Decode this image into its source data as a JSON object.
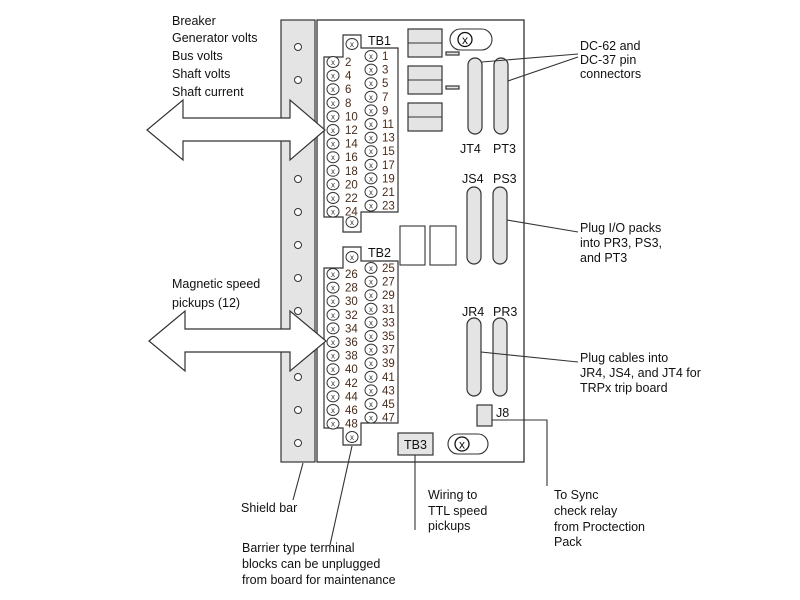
{
  "left_labels": [
    "Breaker",
    "Generator volts",
    "Bus volts",
    "Shaft volts",
    "Shaft current"
  ],
  "magnetic_label": [
    "Magnetic speed",
    "pickups (12)"
  ],
  "terminal_blocks": {
    "tb1": {
      "label": "TB1",
      "even": [
        "2",
        "4",
        "6",
        "8",
        "10",
        "12",
        "14",
        "16",
        "18",
        "20",
        "22",
        "24"
      ],
      "odd": [
        "1",
        "3",
        "5",
        "7",
        "9",
        "11",
        "13",
        "15",
        "17",
        "19",
        "21",
        "23"
      ]
    },
    "tb2": {
      "label": "TB2",
      "even": [
        "26",
        "28",
        "30",
        "32",
        "34",
        "36",
        "38",
        "40",
        "42",
        "44",
        "46",
        "48"
      ],
      "odd": [
        "25",
        "27",
        "29",
        "31",
        "33",
        "35",
        "37",
        "39",
        "41",
        "43",
        "45",
        "47"
      ]
    },
    "tb3": {
      "label": "TB3"
    }
  },
  "connectors": {
    "jt4": "JT4",
    "pt3": "PT3",
    "js4": "JS4",
    "ps3": "PS3",
    "jr4": "JR4",
    "pr3": "PR3",
    "j8": "J8"
  },
  "callouts": {
    "dc": [
      "DC-62 and",
      "DC-37 pin",
      "connectors"
    ],
    "plug_io": [
      "Plug I/O packs",
      "into PR3, PS3,",
      "and PT3"
    ],
    "plug_cables": [
      "Plug cables  into",
      "JR4, JS4, and JT4 for",
      "TRPx trip board"
    ],
    "sync": [
      "To Sync",
      "check relay",
      "from Proctection",
      "Pack"
    ],
    "wiring": [
      "Wiring to",
      "TTL speed",
      "pickups"
    ],
    "shield": "Shield bar",
    "barrier": [
      "Barrier type terminal",
      "blocks can be unplugged",
      "from board for maintenance"
    ]
  },
  "screw_symbol": "x",
  "colors": {
    "component_fill": "#e4e4e4",
    "terminal_number": "#4a2a1a"
  }
}
